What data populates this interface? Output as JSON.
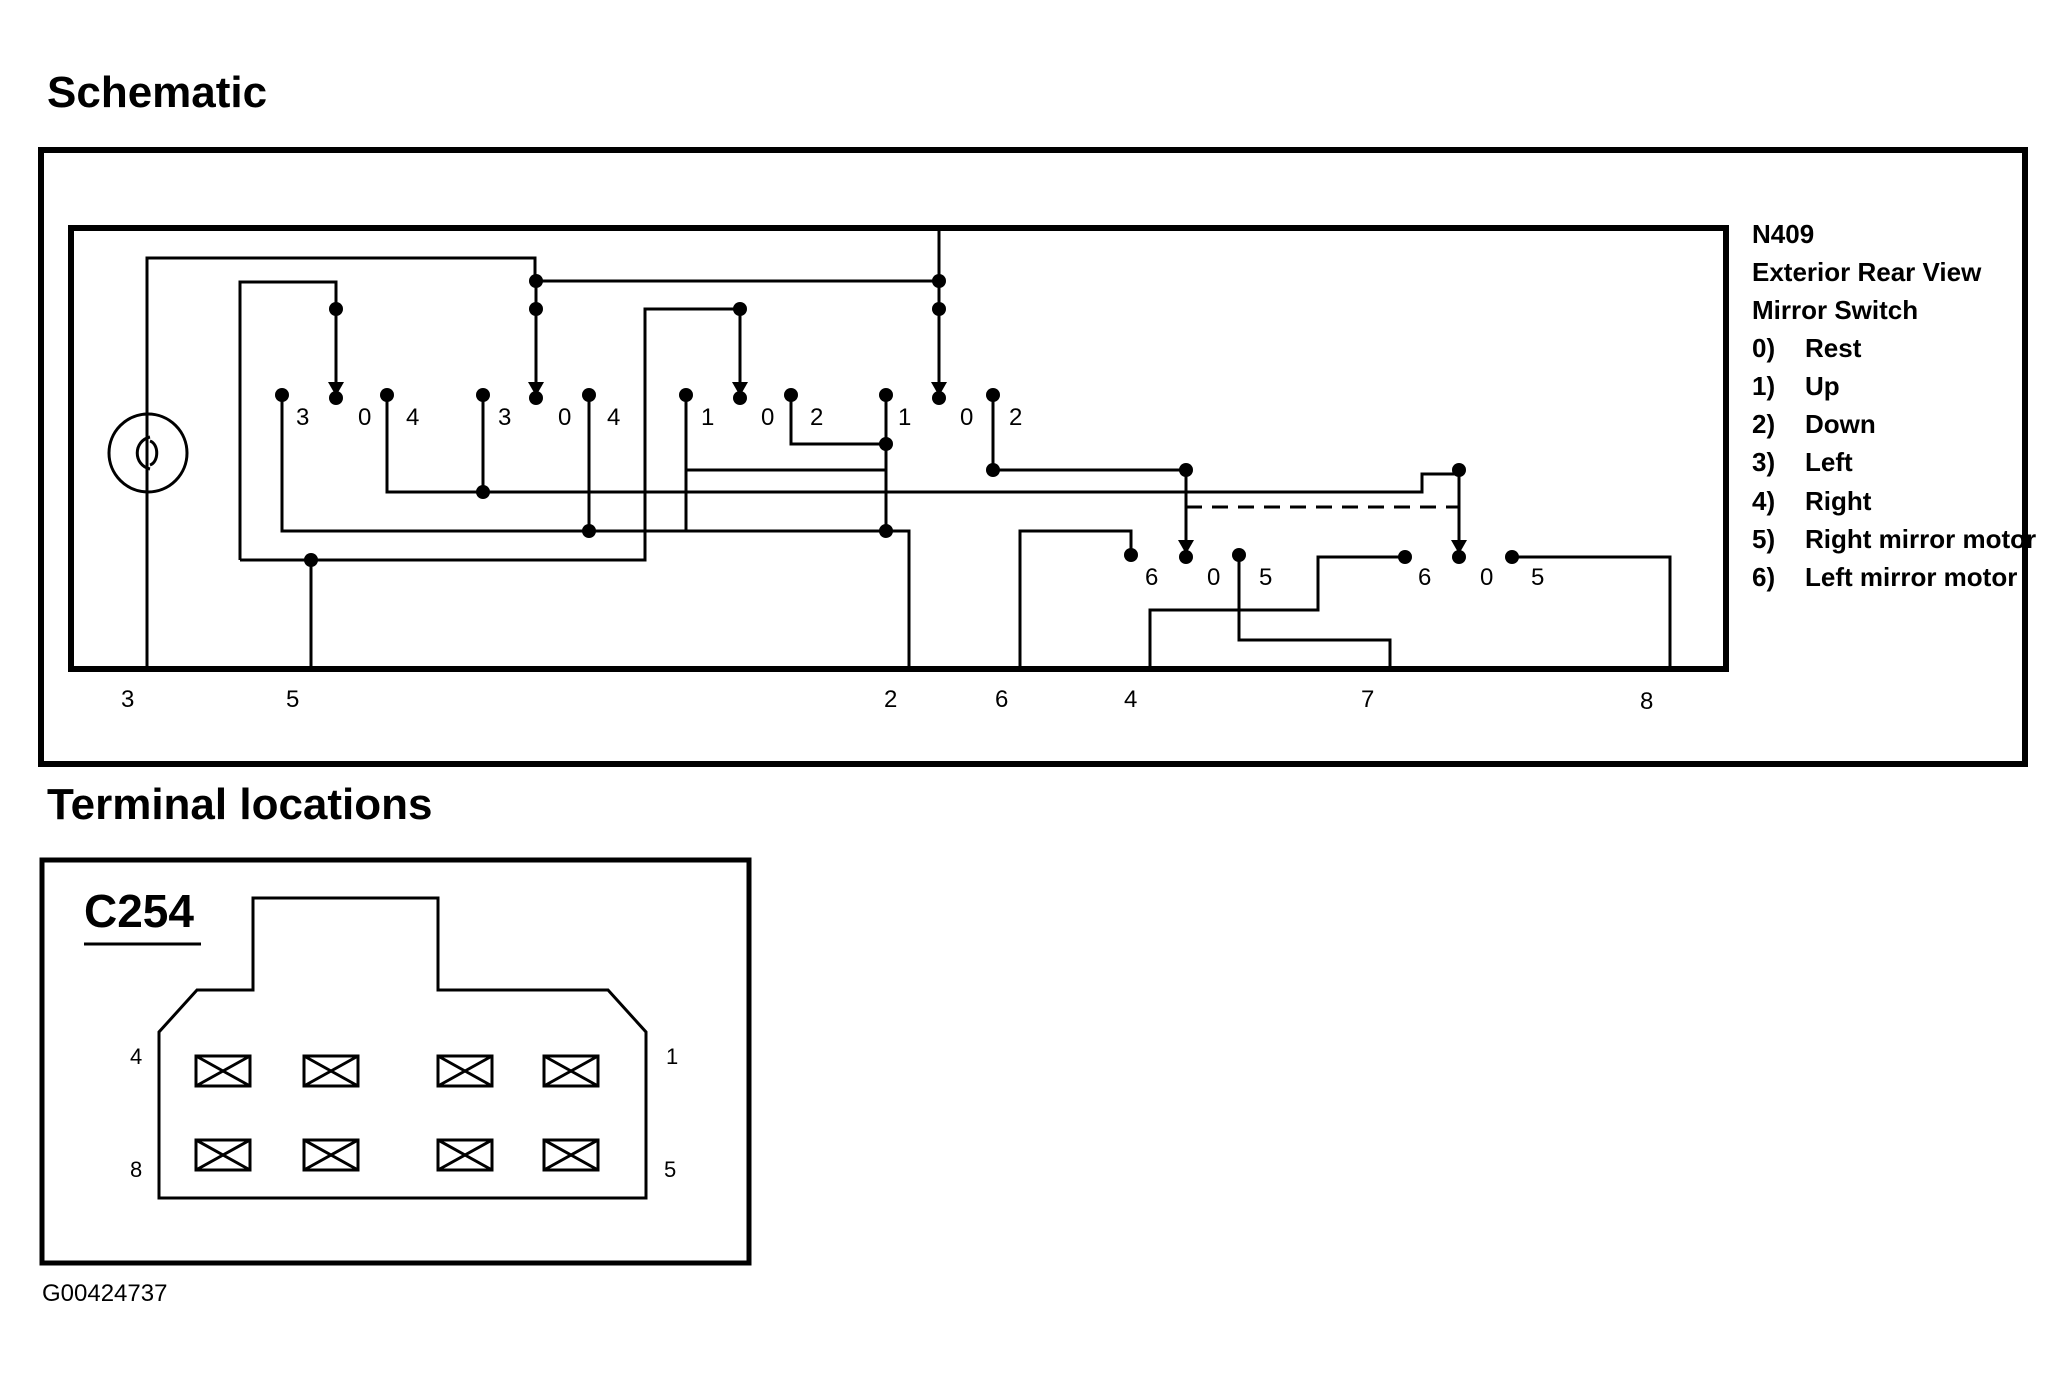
{
  "schematic": {
    "heading": "Schematic",
    "component_id": "N409",
    "component_name_line1": "Exterior Rear View",
    "component_name_line2": "Mirror Switch",
    "legend": [
      {
        "key": "0)",
        "label": "Rest"
      },
      {
        "key": "1)",
        "label": "Up"
      },
      {
        "key": "2)",
        "label": "Down"
      },
      {
        "key": "3)",
        "label": "Left"
      },
      {
        "key": "4)",
        "label": "Right"
      },
      {
        "key": "5)",
        "label": "Right mirror motor"
      },
      {
        "key": "6)",
        "label": "Left mirror motor"
      }
    ],
    "switch_positions": {
      "group1": [
        "3",
        "0",
        "4"
      ],
      "group2": [
        "3",
        "0",
        "4"
      ],
      "group3": [
        "1",
        "0",
        "2"
      ],
      "group4": [
        "1",
        "0",
        "2"
      ],
      "group5": [
        "6",
        "0",
        "5"
      ],
      "group6": [
        "6",
        "0",
        "5"
      ]
    },
    "terminals": [
      "3",
      "5",
      "2",
      "6",
      "4",
      "7",
      "8"
    ]
  },
  "terminal_locations": {
    "heading": "Terminal locations",
    "connector_id": "C254",
    "pin_labels": {
      "top_left": "4",
      "top_right": "1",
      "bottom_left": "8",
      "bottom_right": "5"
    }
  },
  "figure_id": "G00424737"
}
